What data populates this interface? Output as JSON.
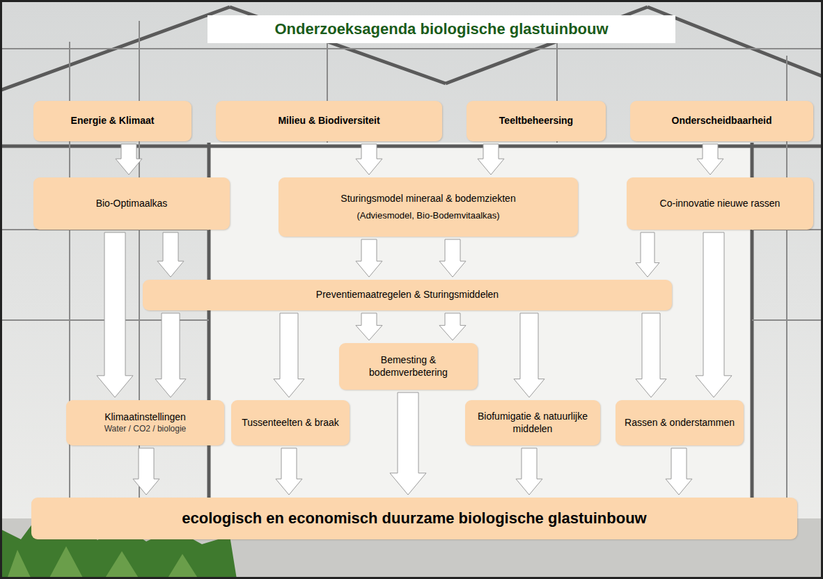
{
  "diagram": {
    "title": "Onderzoeksagenda biologische glastuinbouw",
    "nodes": [
      {
        "text": [
          "Energie & Klimaat"
        ]
      },
      {
        "text": [
          "Milieu & Biodiversiteit"
        ]
      },
      {
        "text": [
          "Teeltbeheersing"
        ]
      },
      {
        "text": [
          "Onderscheidbaarheid"
        ]
      },
      {
        "text": [
          "Bio-Optimaalkas"
        ]
      },
      {
        "text": [
          "Sturingsmodel mineraal & bodemziekten",
          "(Adviesmodel, Bio-Bodemvitaalkas)"
        ]
      },
      {
        "text": [
          "Co-innovatie nieuwe rassen"
        ]
      },
      {
        "text": [
          "Preventiemaatregelen & Sturingsmiddelen"
        ]
      },
      {
        "text": [
          "Bemesting & bodemverbetering"
        ]
      },
      {
        "text": [
          "Klimaatinstellingen",
          "Water / CO2 / biologie"
        ]
      },
      {
        "text": [
          "Tussenteelten & braak"
        ]
      },
      {
        "text": [
          "Biofumigatie & natuurlijke middelen"
        ]
      },
      {
        "text": [
          "Rassen & onderstammen"
        ]
      },
      {
        "text": [
          "ecologisch en economisch duurzame biologische glastuinbouw"
        ]
      }
    ],
    "edges": [
      {
        "from": 0,
        "to": 4,
        "arrow": "to"
      },
      {
        "from": 1,
        "to": 5,
        "arrow": "to"
      },
      {
        "from": 2,
        "to": 5,
        "arrow": "to"
      },
      {
        "from": 3,
        "to": 6,
        "arrow": "to"
      },
      {
        "from": 4,
        "to": 9,
        "arrow": "to"
      },
      {
        "from": 4,
        "to": 7,
        "arrow": "to"
      },
      {
        "from": 5,
        "to": 7,
        "arrow": "to"
      },
      {
        "from": 5,
        "to": 7,
        "arrow": "to"
      },
      {
        "from": 6,
        "to": 7,
        "arrow": "to"
      },
      {
        "from": 6,
        "to": 12,
        "arrow": "to"
      },
      {
        "from": 7,
        "to": 9,
        "arrow": "to"
      },
      {
        "from": 7,
        "to": 10,
        "arrow": "to"
      },
      {
        "from": 7,
        "to": 8,
        "arrow": "to"
      },
      {
        "from": 7,
        "to": 8,
        "arrow": "to"
      },
      {
        "from": 7,
        "to": 11,
        "arrow": "to"
      },
      {
        "from": 7,
        "to": 12,
        "arrow": "to"
      },
      {
        "from": 8,
        "to": 13,
        "arrow": "to"
      },
      {
        "from": 9,
        "to": 13,
        "arrow": "to"
      },
      {
        "from": 10,
        "to": 13,
        "arrow": "to"
      },
      {
        "from": 11,
        "to": 13,
        "arrow": "to"
      },
      {
        "from": 12,
        "to": 13,
        "arrow": "to"
      }
    ]
  }
}
